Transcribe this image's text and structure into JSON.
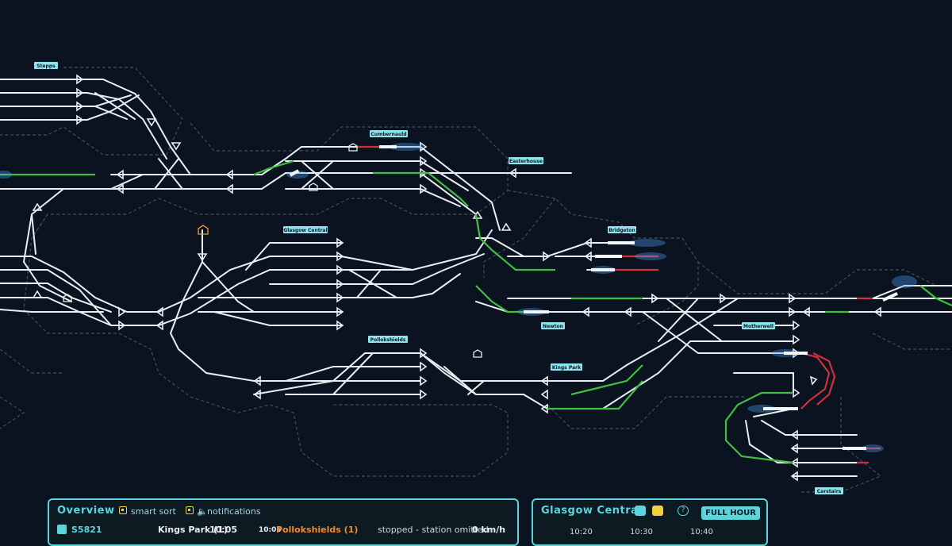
{
  "stations": [
    {
      "id": "stepps",
      "label": "Stepps"
    },
    {
      "id": "cumbernauld",
      "label": "Cumbernauld"
    },
    {
      "id": "easterhouse",
      "label": "Easterhouse"
    },
    {
      "id": "glasgow_central",
      "label": "Glasgow Central"
    },
    {
      "id": "bridgeton",
      "label": "Bridgeton"
    },
    {
      "id": "newton",
      "label": "Newton"
    },
    {
      "id": "motherwell",
      "label": "Motherwell"
    },
    {
      "id": "pollokshields",
      "label": "Pollokshields"
    },
    {
      "id": "kings_park",
      "label": "Kings Park"
    },
    {
      "id": "carstairs",
      "label": "Carstairs"
    }
  ],
  "overview": {
    "title": "Overview",
    "smart_sort_label": "smart sort",
    "notifications_label": "notifications",
    "train_row": {
      "train_id": "S5821",
      "next_stop": "Kings Park (1)",
      "next_time": "10:05",
      "planned_time": "10:06",
      "destination": "Pollokshields (1)",
      "status": "stopped - station omitted",
      "speed": "0 km/h"
    }
  },
  "gc_panel": {
    "title": "Glasgow Central",
    "full_hour_label": "FULL HOUR ▷",
    "times": [
      "10:20",
      "10:30",
      "10:40"
    ]
  },
  "colors": {
    "background": "#0b1220",
    "track": "#e8eef2",
    "reserved_route": "#3fbf3f",
    "occupied_route": "#d0303a",
    "accent": "#5ad4dd",
    "warning": "#f0d23a",
    "delay_text": "#f08a2a"
  }
}
